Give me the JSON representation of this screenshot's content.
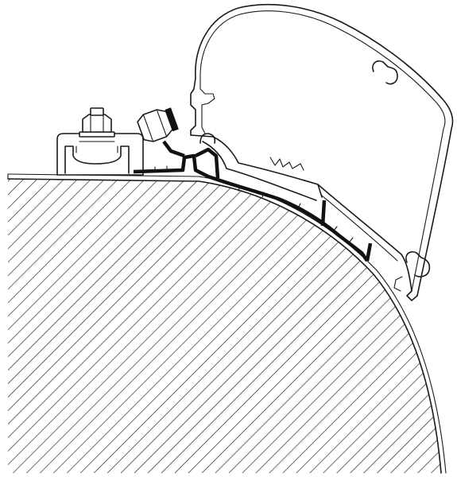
{
  "diagram": {
    "kind": "technical line drawing",
    "colors": {
      "line": "#1a1a1a",
      "seal": "#111111",
      "background": "#ffffff",
      "hatch": "#1a1a1a"
    },
    "parts": [
      "roof-section",
      "mounting-rail",
      "bolt-nut",
      "adapter-profile",
      "gasket-seal",
      "awning-housing"
    ]
  }
}
